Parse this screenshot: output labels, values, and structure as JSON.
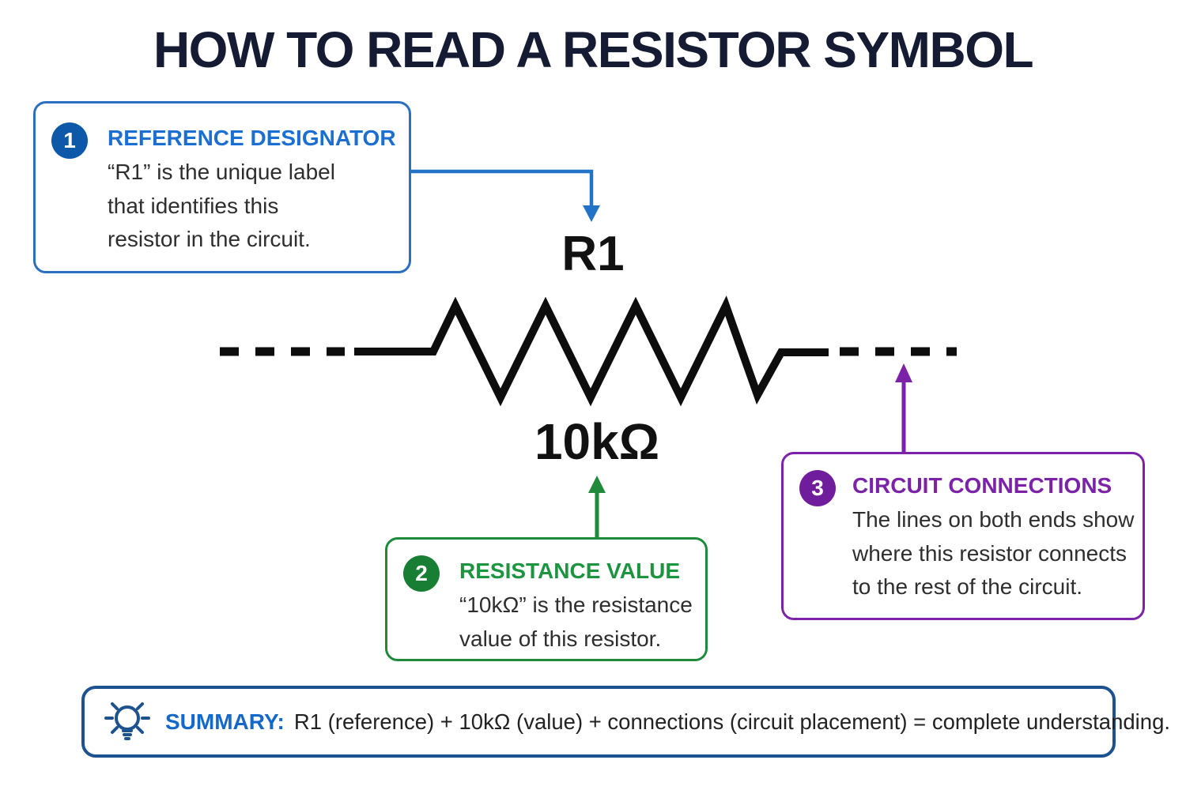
{
  "title": "HOW TO READ A RESISTOR SYMBOL",
  "resistor": {
    "designator": "R1",
    "value": "10kΩ"
  },
  "callouts": [
    {
      "number": "1",
      "title": "REFERENCE DESIGNATOR",
      "body": "“R1” is the unique label\nthat identifies this\nresistor in the circuit."
    },
    {
      "number": "2",
      "title": "RESISTANCE VALUE",
      "body": "“10kΩ” is the resistance\nvalue of this resistor."
    },
    {
      "number": "3",
      "title": "CIRCUIT CONNECTIONS",
      "body": "The lines on both ends show\nwhere this resistor connects\nto the rest of the circuit."
    }
  ],
  "summary": {
    "label": "SUMMARY:",
    "text": "R1 (reference) + 10kΩ (value) + connections (circuit placement) = complete understanding."
  },
  "colors": {
    "title_navy": "#141b33",
    "blue_border": "#2a6fc0",
    "blue_badge": "#0d58a9",
    "blue_heading": "#1c6fd2",
    "green": "#1e8a3a",
    "purple": "#7b22a8",
    "summary_border": "#1d5291",
    "summary_label_blue": "#1568c9",
    "body_text": "#2e2e2e",
    "symbol_black": "#0d0d0d"
  },
  "icons": {
    "lightbulb": "lightbulb-icon"
  }
}
